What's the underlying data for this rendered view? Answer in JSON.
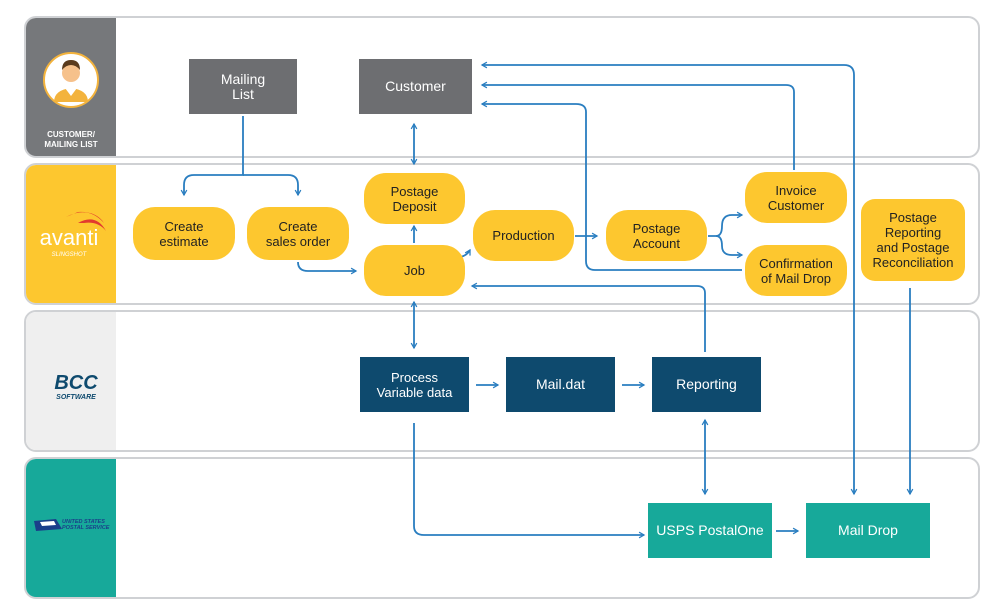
{
  "lanes": {
    "customer": {
      "label": "CUSTOMER/\nMAILING LIST",
      "color": "#76787b"
    },
    "avanti": {
      "logo_text": "avanti",
      "logo_sub": "SLINGSHOT",
      "color": "#fdc72f"
    },
    "bcc": {
      "logo_text": "BCC",
      "logo_sub": "SOFTWARE",
      "color": "#efefef"
    },
    "usps": {
      "logo_text": "UNITED STATES\nPOSTAL SERVICE",
      "color": "#17a99a"
    }
  },
  "nodes": {
    "mailing_list": "Mailing\nList",
    "customer": "Customer",
    "create_estimate": "Create\nestimate",
    "create_sales_order": "Create\nsales order",
    "postage_deposit": "Postage\nDeposit",
    "job": "Job",
    "production": "Production",
    "postage_account": "Postage\nAccount",
    "invoice_customer": "Invoice\nCustomer",
    "confirmation": "Confirmation\nof Mail Drop",
    "postage_reporting": "Postage\nReporting\nand Postage\nReconciliation",
    "process_variable": "Process\nVariable data",
    "mail_dat": "Mail.dat",
    "reporting": "Reporting",
    "usps_postalone": "USPS PostalOne",
    "mail_drop": "Mail Drop"
  },
  "colors": {
    "arrow": "#2a7ec0",
    "gray_box": "#6d6e71",
    "yellow_box": "#fdc72f",
    "navy_box": "#0e4a6e",
    "teal_box": "#17a99a",
    "lane_border": "#cfd1d4"
  }
}
